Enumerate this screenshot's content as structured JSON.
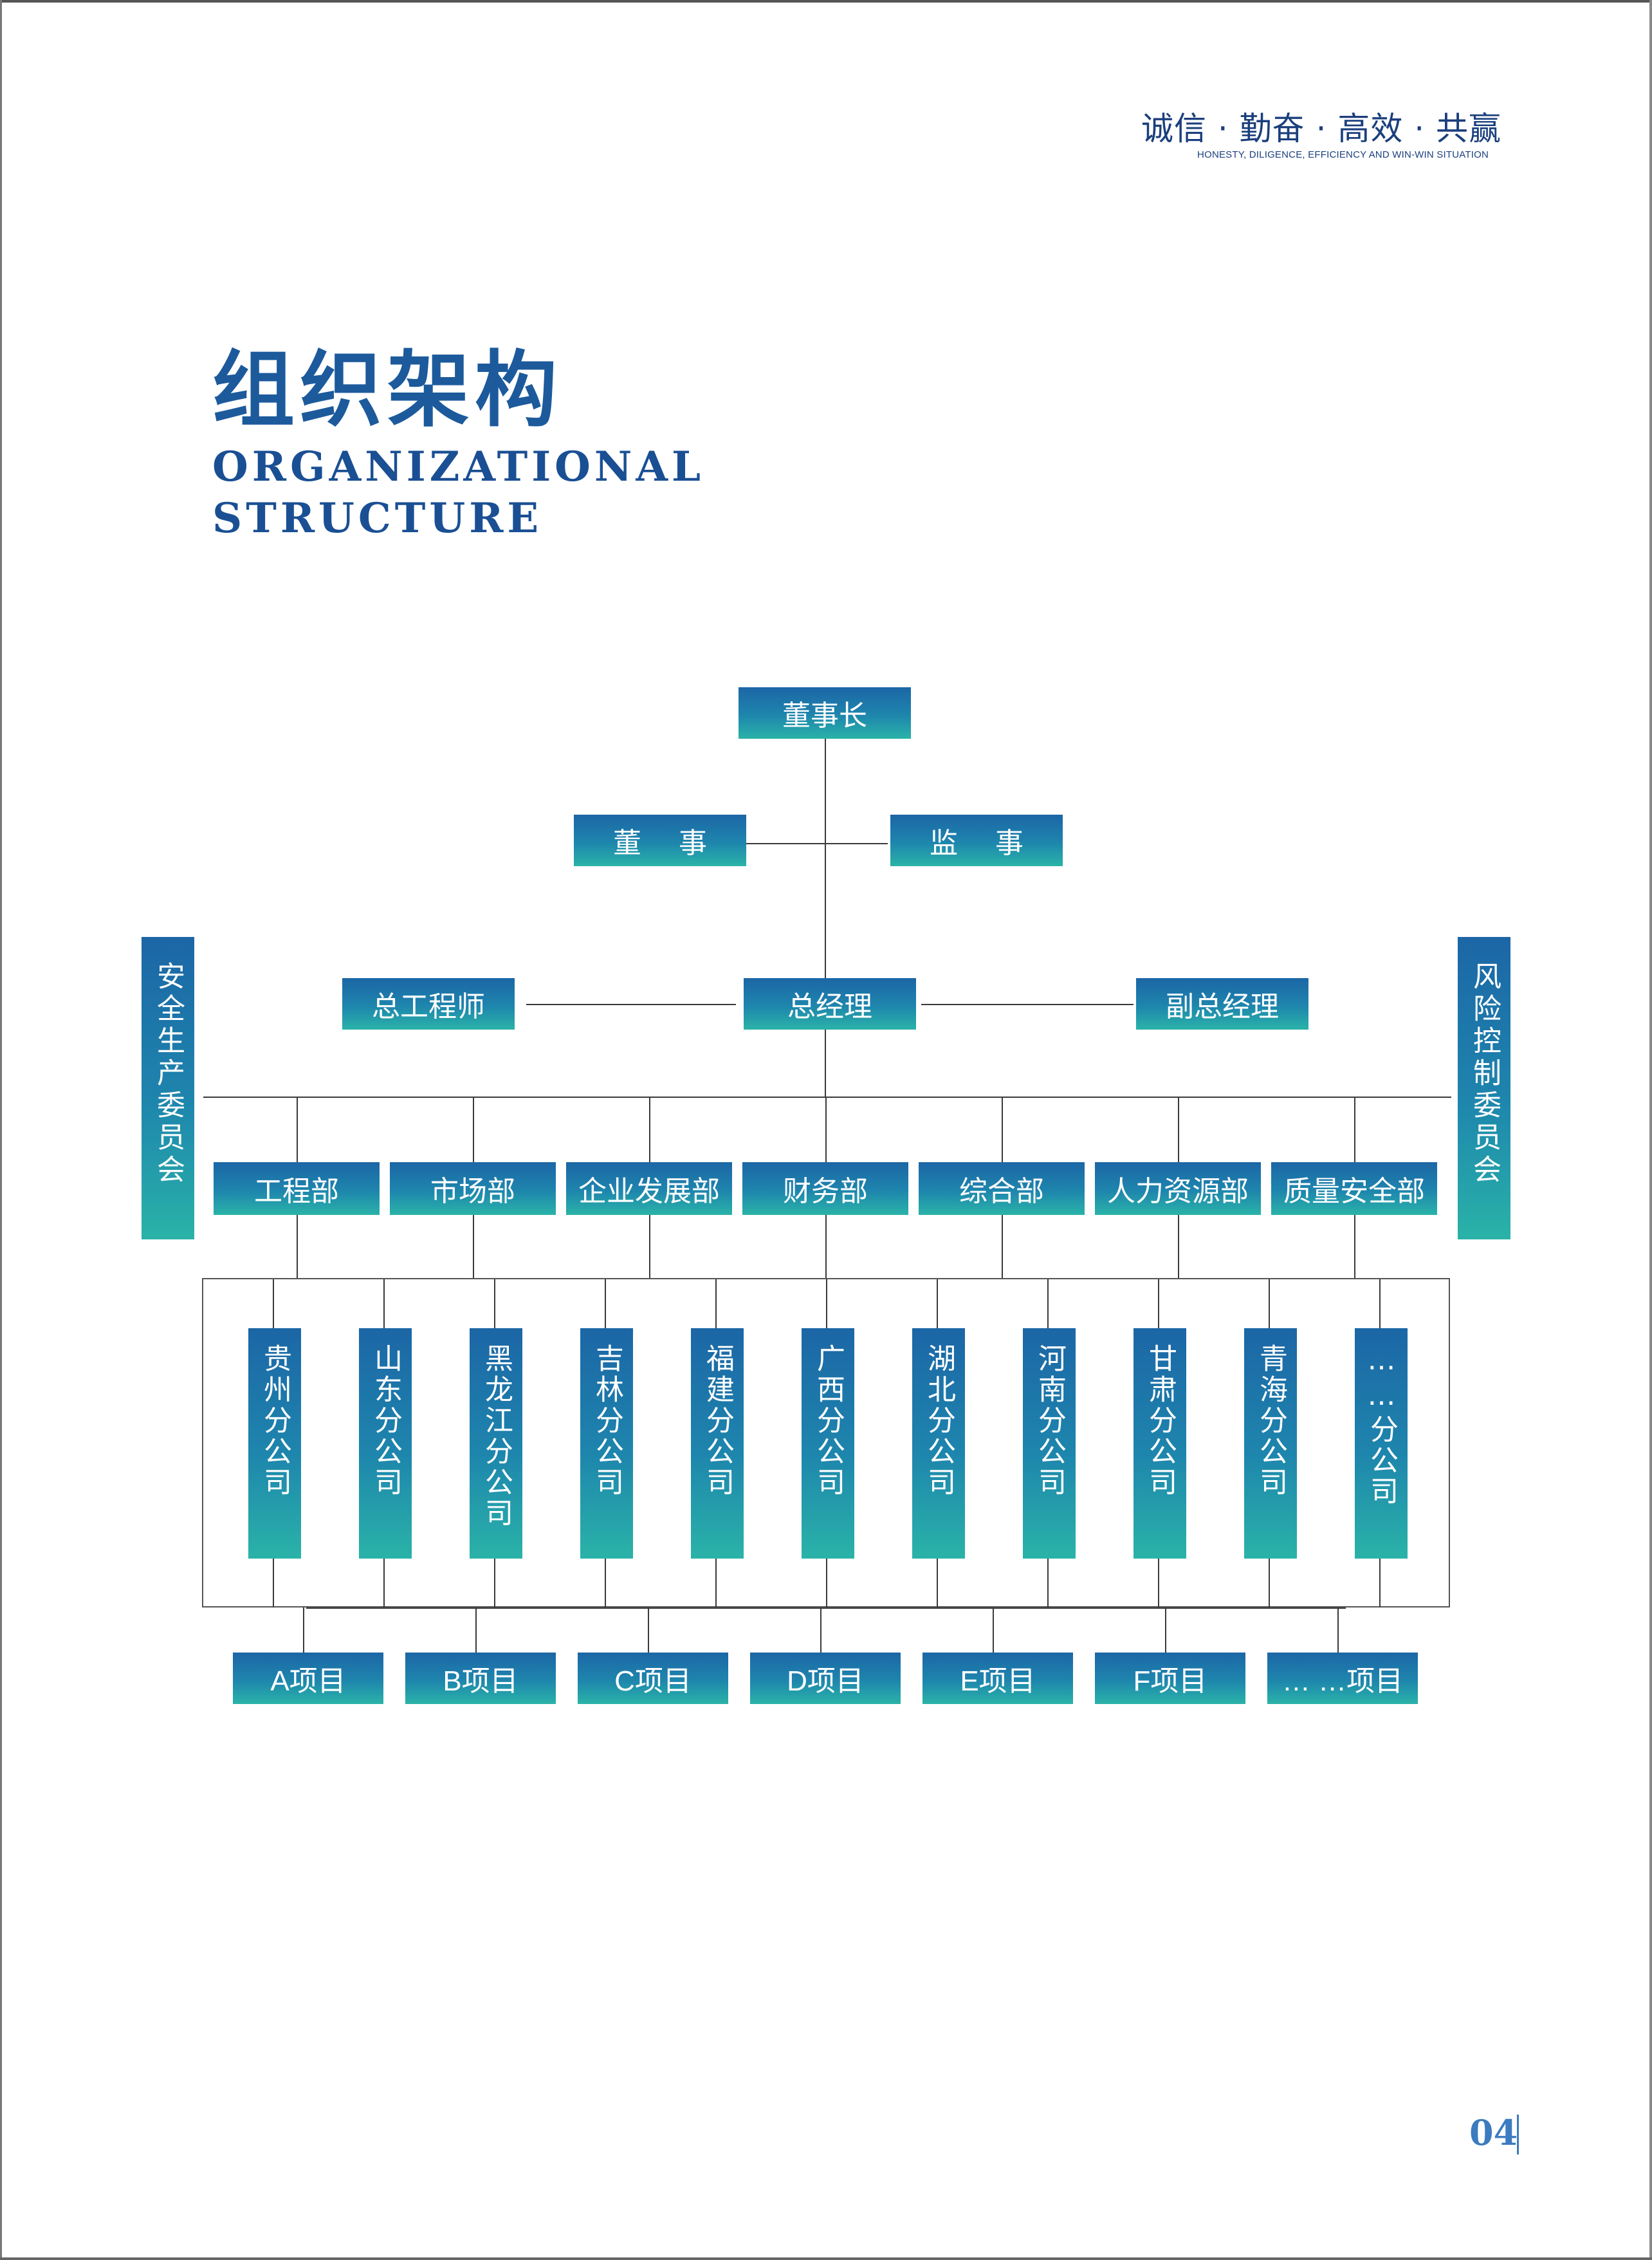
{
  "header": {
    "slogan_cn": "诚信 · 勤奋 · 高效 · 共赢",
    "slogan_en": "HONESTY, DILIGENCE, EFFICIENCY AND WIN-WIN SITUATION"
  },
  "title": {
    "cn": "组织架构",
    "en_line1": "ORGANIZATIONAL",
    "en_line2": "STRUCTURE"
  },
  "org": {
    "chairman": "董事长",
    "director": "董 事",
    "supervisor": "监 事",
    "chief_engineer": "总工程师",
    "general_manager": "总经理",
    "deputy_gm": "副总经理",
    "left_committee": "安全生产委员会",
    "right_committee": "风险控制委员会",
    "departments": [
      "工程部",
      "市场部",
      "企业发展部",
      "财务部",
      "综合部",
      "人力资源部",
      "质量安全部"
    ],
    "branches": [
      "贵州分公司",
      "山东分公司",
      "黑龙江分公司",
      "吉林分公司",
      "福建分公司",
      "广西分公司",
      "湖北分公司",
      "河南分公司",
      "甘肃分公司",
      "青海分公司",
      "……分公司"
    ],
    "projects": [
      "A项目",
      "B项目",
      "C项目",
      "D项目",
      "E项目",
      "F项目",
      "… …项目"
    ]
  },
  "footer": {
    "page_number": "04"
  }
}
